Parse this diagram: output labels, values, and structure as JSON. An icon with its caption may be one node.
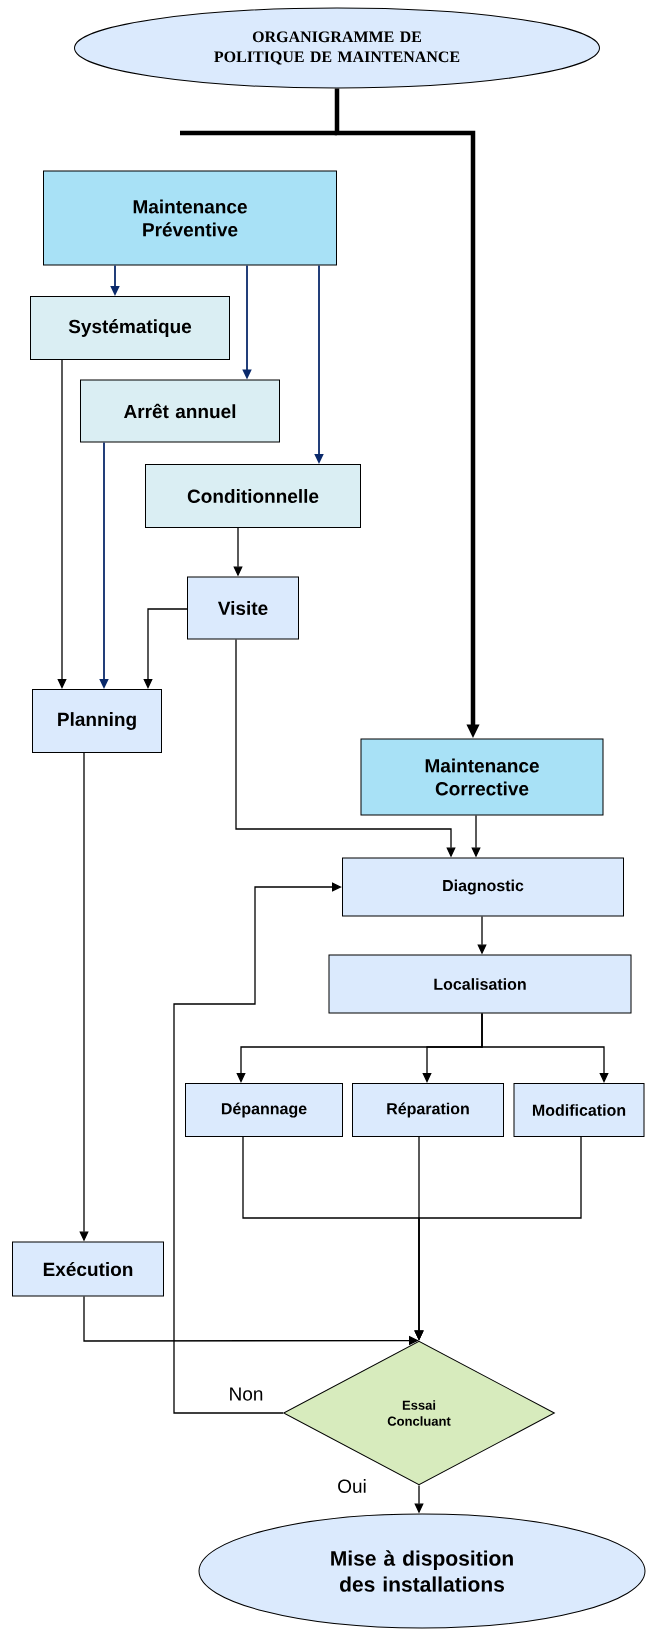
{
  "diagram": {
    "nodes": [
      {
        "text": [
          "ORGANIGRAMME DE POLITIQUE DE MAINTENANCE"
        ]
      },
      {
        "text": [
          "Maintenance Préventive"
        ]
      },
      {
        "text": [
          "Systématique"
        ]
      },
      {
        "text": [
          "Arrêt annuel"
        ]
      },
      {
        "text": [
          "Conditionnelle"
        ]
      },
      {
        "text": [
          "Visite"
        ]
      },
      {
        "text": [
          "Planning"
        ]
      },
      {
        "text": [
          "Maintenance Corrective"
        ]
      },
      {
        "text": [
          "Diagnostic"
        ]
      },
      {
        "text": [
          "Localisation"
        ]
      },
      {
        "text": [
          "Dépannage"
        ]
      },
      {
        "text": [
          "Réparation"
        ]
      },
      {
        "text": [
          "Modification"
        ]
      },
      {
        "text": [
          "Exécution"
        ]
      },
      {
        "text": [
          "Essai Concluant"
        ]
      },
      {
        "text": [
          "Mise à disposition des installations"
        ]
      }
    ],
    "edges": [
      {
        "from": 0,
        "to": 7,
        "arrow": "to",
        "style": "thick"
      },
      {
        "from": 1,
        "to": 2,
        "arrow": "to",
        "color": "#0b2a6b"
      },
      {
        "from": 1,
        "to": 3,
        "arrow": "to",
        "color": "#0b2a6b"
      },
      {
        "from": 1,
        "to": 4,
        "arrow": "to",
        "color": "#0b2a6b"
      },
      {
        "from": 2,
        "to": 6,
        "arrow": "to"
      },
      {
        "from": 3,
        "to": 6,
        "arrow": "to",
        "color": "#0b2a6b"
      },
      {
        "from": 4,
        "to": 5,
        "arrow": "to"
      },
      {
        "from": 5,
        "to": 6,
        "arrow": "to"
      },
      {
        "from": 5,
        "to": 8,
        "arrow": "to"
      },
      {
        "from": 7,
        "to": 8,
        "arrow": "to"
      },
      {
        "from": 8,
        "to": 9,
        "arrow": "to"
      },
      {
        "from": 9,
        "to": 10,
        "arrow": "to"
      },
      {
        "from": 9,
        "to": 11,
        "arrow": "to"
      },
      {
        "from": 9,
        "to": 12,
        "arrow": "to"
      },
      {
        "from": 10,
        "to": 14,
        "arrow": "to"
      },
      {
        "from": 11,
        "to": 14,
        "arrow": "to"
      },
      {
        "from": 12,
        "to": 14,
        "arrow": "to"
      },
      {
        "from": 6,
        "to": 13,
        "arrow": "to"
      },
      {
        "from": 13,
        "to": 14,
        "arrow": "to"
      },
      {
        "from": 14,
        "to": 8,
        "arrow": "to",
        "label": "Non"
      },
      {
        "from": 14,
        "to": 15,
        "arrow": "to",
        "label": "Oui"
      }
    ]
  }
}
